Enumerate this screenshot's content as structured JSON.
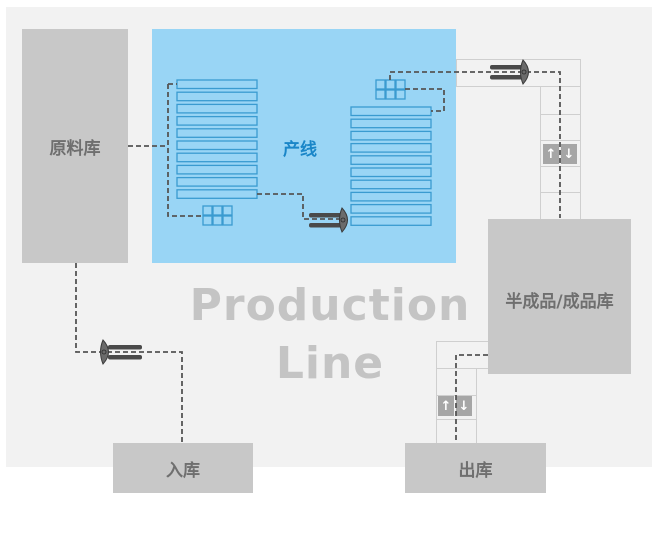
{
  "diagram": {
    "title_line1": "Production",
    "title_line2": "Line",
    "nodes": {
      "raw_material_store": "原料库",
      "production_line": "产线",
      "semi_finished_store": "半成品/成品库",
      "inbound": "入库",
      "outbound": "出库"
    },
    "racks": {
      "left_rack_slots": 10,
      "right_rack_slots": 10
    },
    "elevators": [
      {
        "name": "upper-right-conveyor",
        "up_icon": "↑",
        "down_icon": "↓"
      },
      {
        "name": "lower-conveyor",
        "up_icon": "↑",
        "down_icon": "↓"
      }
    ],
    "agv_robots": [
      "agv-production",
      "agv-top-conveyor",
      "agv-inbound"
    ],
    "colors": {
      "canvas": "#f2f2f2",
      "warehouse": "#c8c8c8",
      "production_area": "#99d5f5",
      "rack_stroke": "#3a9bd0",
      "route": "#555555",
      "title_text": "#c4c4c4",
      "production_label": "#1a86c8"
    }
  }
}
